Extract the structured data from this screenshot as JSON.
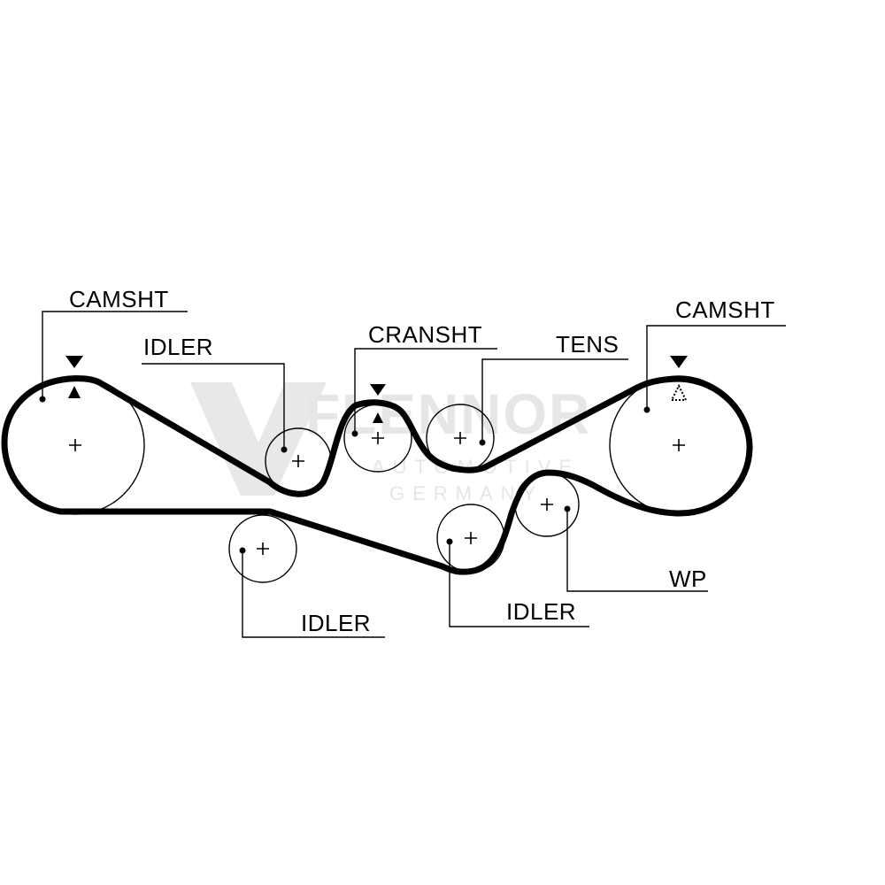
{
  "watermark": {
    "brand": "FLENNOR",
    "line1": "AUTOMOTIVE",
    "line2": "GERMANY"
  },
  "labels": {
    "camshaft_left": "CAMSHT",
    "idler_upper": "IDLER",
    "crankshaft": "CRANSHT",
    "tensioner": "TENS",
    "camshaft_right": "CAMSHT",
    "water_pump": "WP",
    "idler_lower_left": "IDLER",
    "idler_lower_mid": "IDLER"
  },
  "colors": {
    "ink": "#000000",
    "watermark": "#e6e6e6"
  }
}
